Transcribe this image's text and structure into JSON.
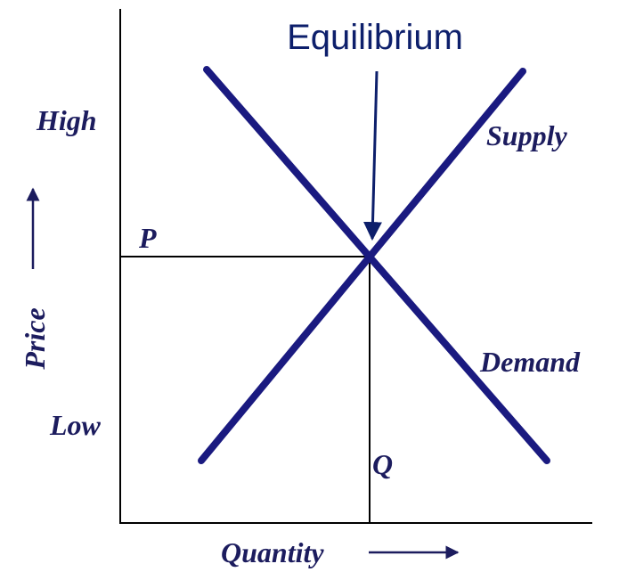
{
  "diagram": {
    "annotation": "Equilibrium",
    "y_axis_label": "Price",
    "x_axis_label": "Quantity",
    "price_high_label": "High",
    "price_low_label": "Low",
    "price_marker_label": "P",
    "quantity_marker_label": "Q",
    "supply_label": "Supply",
    "demand_label": "Demand",
    "colors": {
      "curves": "#1a1a80",
      "axes": "#000000",
      "guides": "#000000",
      "labels": "#1c1c5e",
      "annotation": "#0d1f6b",
      "annotation_arrow": "#0d1f6b",
      "background": "#ffffff"
    }
  }
}
